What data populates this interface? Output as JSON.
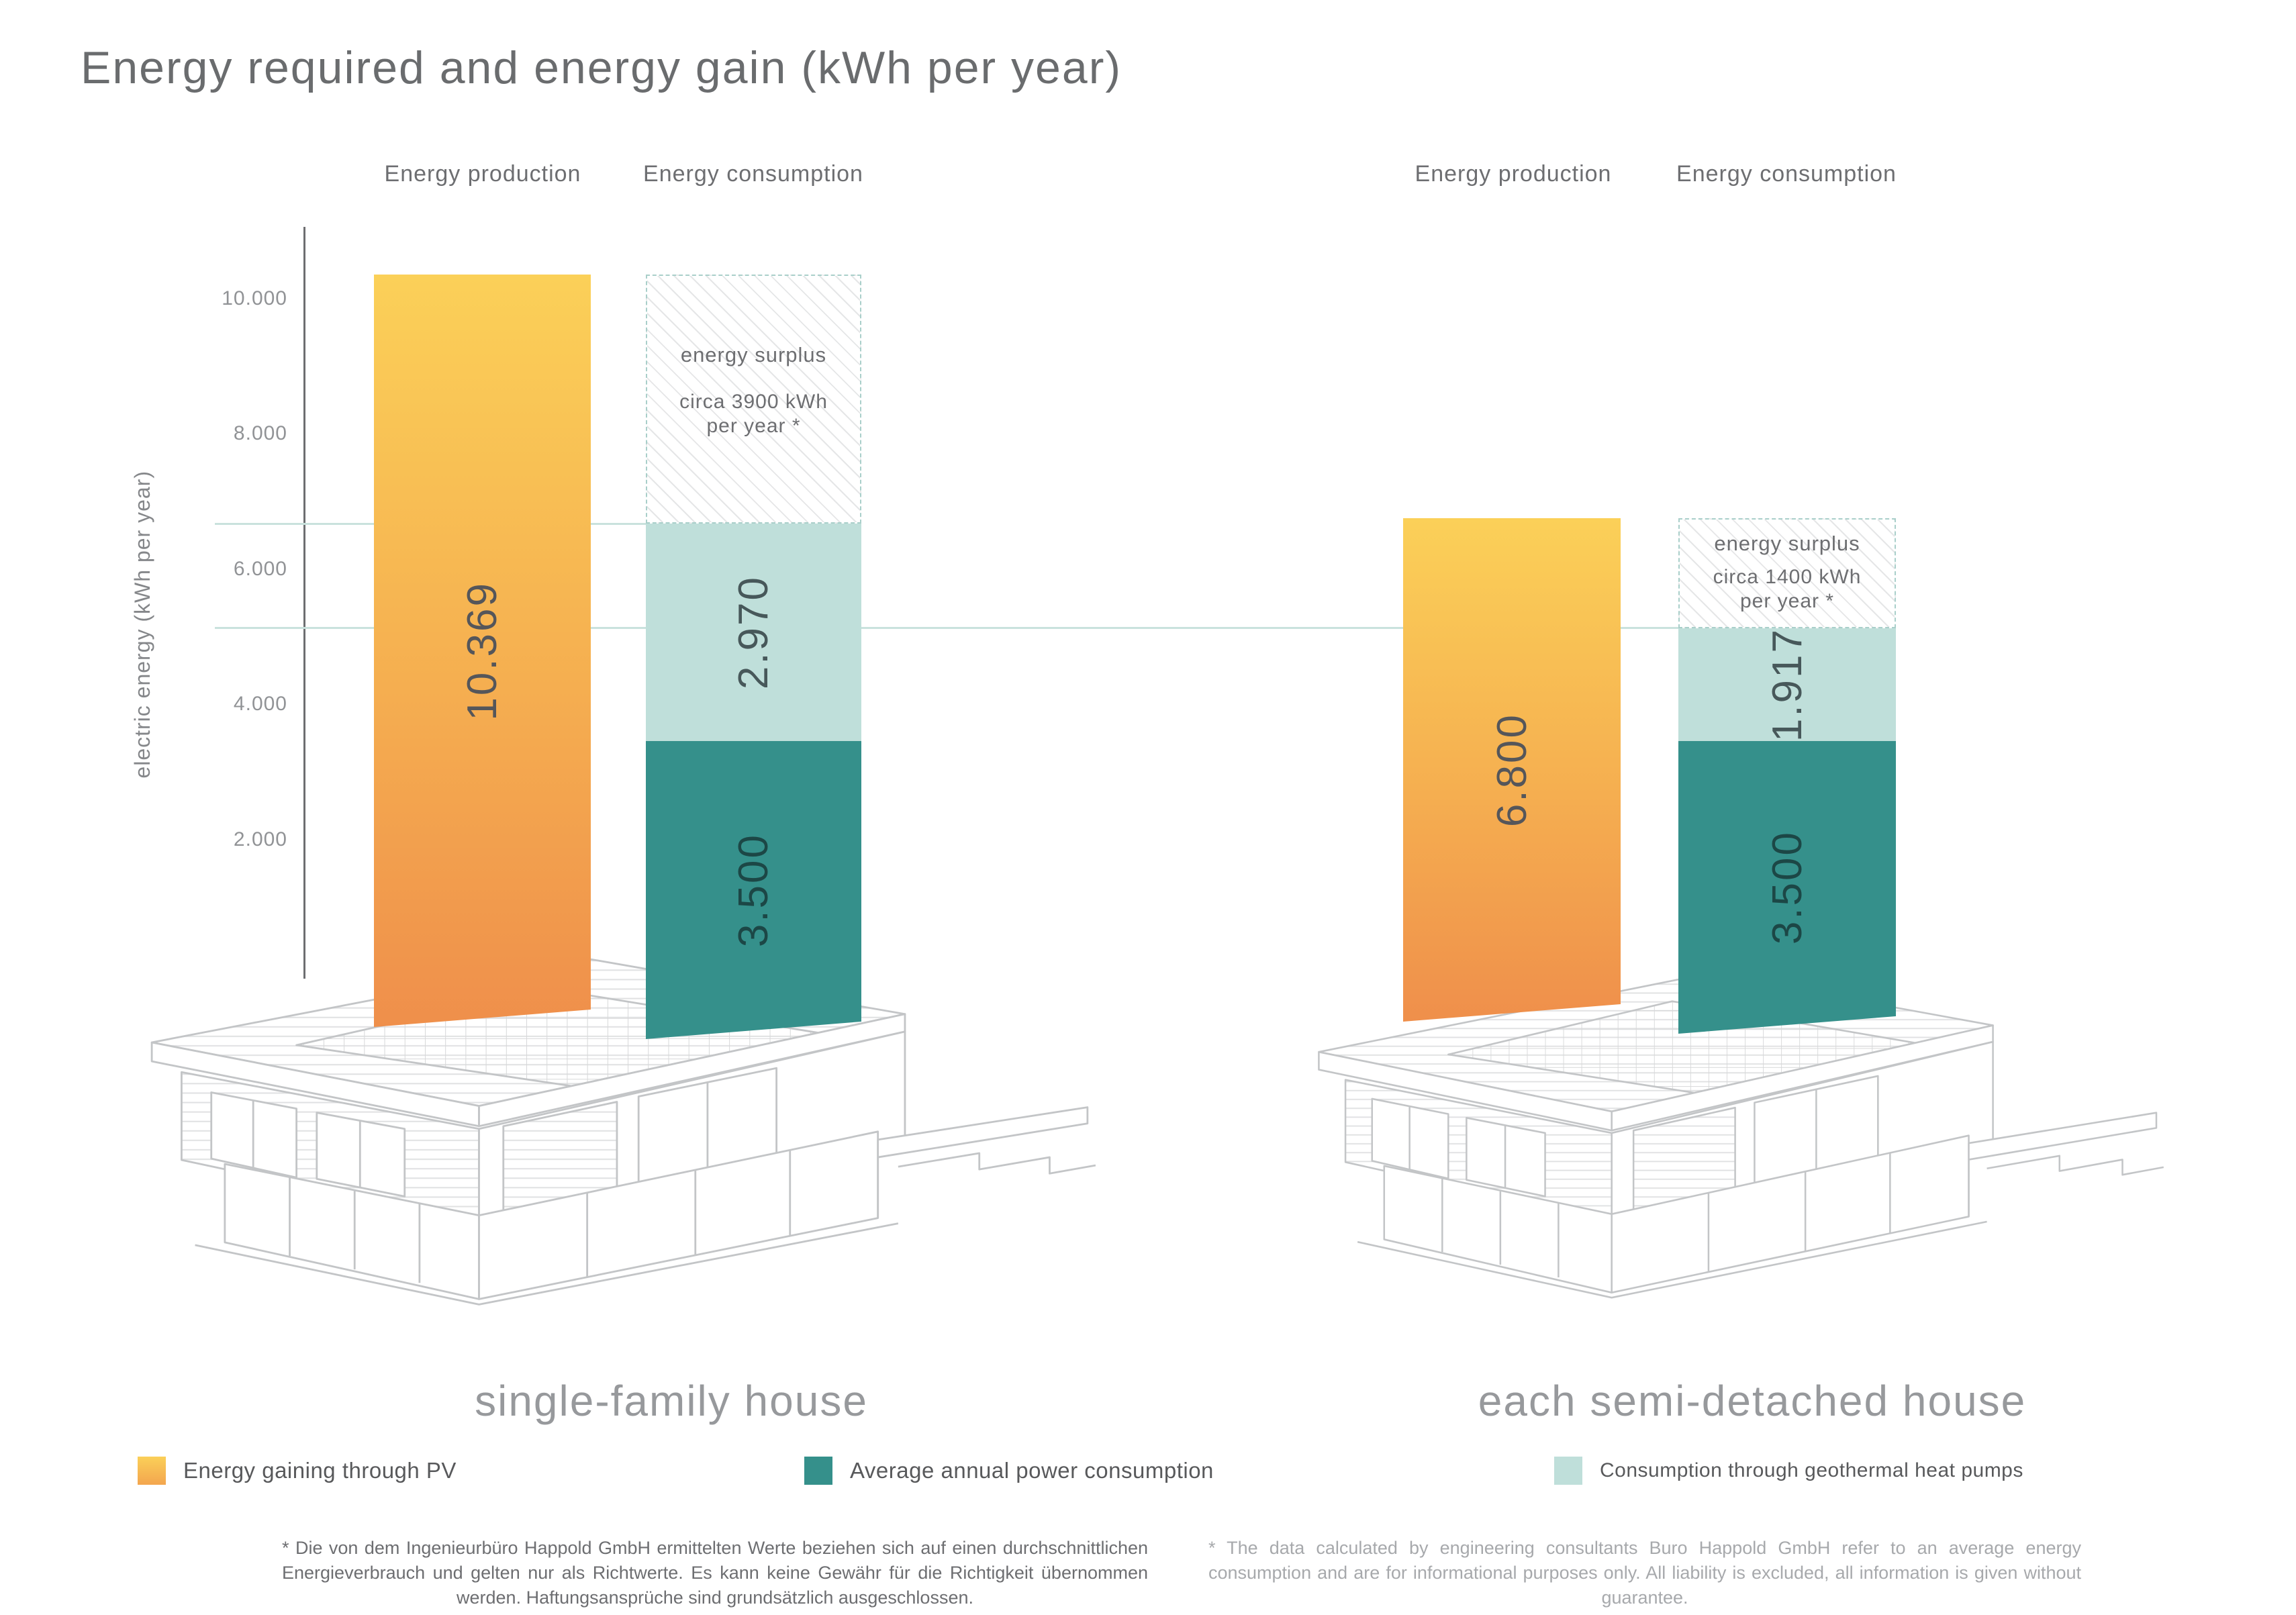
{
  "title": "Energy required and energy gain (kWh per year)",
  "axis": {
    "ylabel": "electric energy (kWh per year)",
    "ticks": [
      "10.000",
      "8.000",
      "6.000",
      "4.000",
      "2.000"
    ]
  },
  "headers": {
    "production": "Energy production",
    "consumption": "Energy consumption"
  },
  "groups": [
    {
      "caption": "single-family house",
      "production_value": "10.369",
      "cons_geothermal": "2.970",
      "cons_base": "3.500",
      "surplus_line1": "energy surplus",
      "surplus_line2": "circa 3900 kWh",
      "surplus_line3": "per year *"
    },
    {
      "caption": "each semi-detached house",
      "production_value": "6.800",
      "cons_geothermal": "1.917",
      "cons_base": "3.500",
      "surplus_line1": "energy surplus",
      "surplus_line2": "circa 1400 kWh",
      "surplus_line3": "per year *"
    }
  ],
  "legend": [
    {
      "label": "Energy gaining through PV",
      "color": "#FACC53"
    },
    {
      "label": "Average annual power consumption",
      "color": "#35908B"
    },
    {
      "label": "Consumption through geothermal heat pumps",
      "color": "#BFDFDA"
    }
  ],
  "footnotes": {
    "de": "* Die von dem Ingenieurbüro Happold GmbH ermittelten Werte beziehen sich auf einen durchschnittlichen Energieverbrauch und gelten nur als Richtwerte. Es kann keine Gewähr für die Richtigkeit übernommen werden. Haftungsansprüche sind grundsätzlich ausgeschlossen.",
    "en": "* The data calculated by engineering consultants Buro Happold GmbH refer to an average energy consumption and are for informational purposes only. All liability is excluded, all information is given without guarantee."
  },
  "colors": {
    "orange_top": "#FBD058",
    "orange_bottom": "#EF8F4B",
    "teal": "#35908B",
    "light_teal": "#BFDFDA",
    "surplus_border": "#A9CFCA",
    "connector": "#C9E2DD"
  },
  "chart_data": {
    "type": "bar",
    "title": "Energy required and energy gain (kWh per year)",
    "ylabel": "electric energy (kWh per year)",
    "ylim": [
      0,
      10800
    ],
    "yticks": [
      2000,
      4000,
      6000,
      8000,
      10000
    ],
    "legend_position": "bottom",
    "grid": false,
    "groups": [
      {
        "name": "single-family house",
        "bars": [
          {
            "label": "Energy production",
            "series": [
              {
                "name": "Energy gaining through PV",
                "value": 10369
              }
            ]
          },
          {
            "label": "Energy consumption",
            "series": [
              {
                "name": "Average annual power consumption",
                "value": 3500
              },
              {
                "name": "Consumption through geothermal heat pumps",
                "value": 2970
              },
              {
                "name": "energy surplus",
                "value": 3899,
                "annotation": "energy surplus circa 3900 kWh per year *"
              }
            ]
          }
        ]
      },
      {
        "name": "each semi-detached house",
        "bars": [
          {
            "label": "Energy production",
            "series": [
              {
                "name": "Energy gaining through PV",
                "value": 6800
              }
            ]
          },
          {
            "label": "Energy consumption",
            "series": [
              {
                "name": "Average annual power consumption",
                "value": 3500
              },
              {
                "name": "Consumption through geothermal heat pumps",
                "value": 1917
              },
              {
                "name": "energy surplus",
                "value": 1383,
                "annotation": "energy surplus circa 1400 kWh per year *"
              }
            ]
          }
        ]
      }
    ]
  }
}
